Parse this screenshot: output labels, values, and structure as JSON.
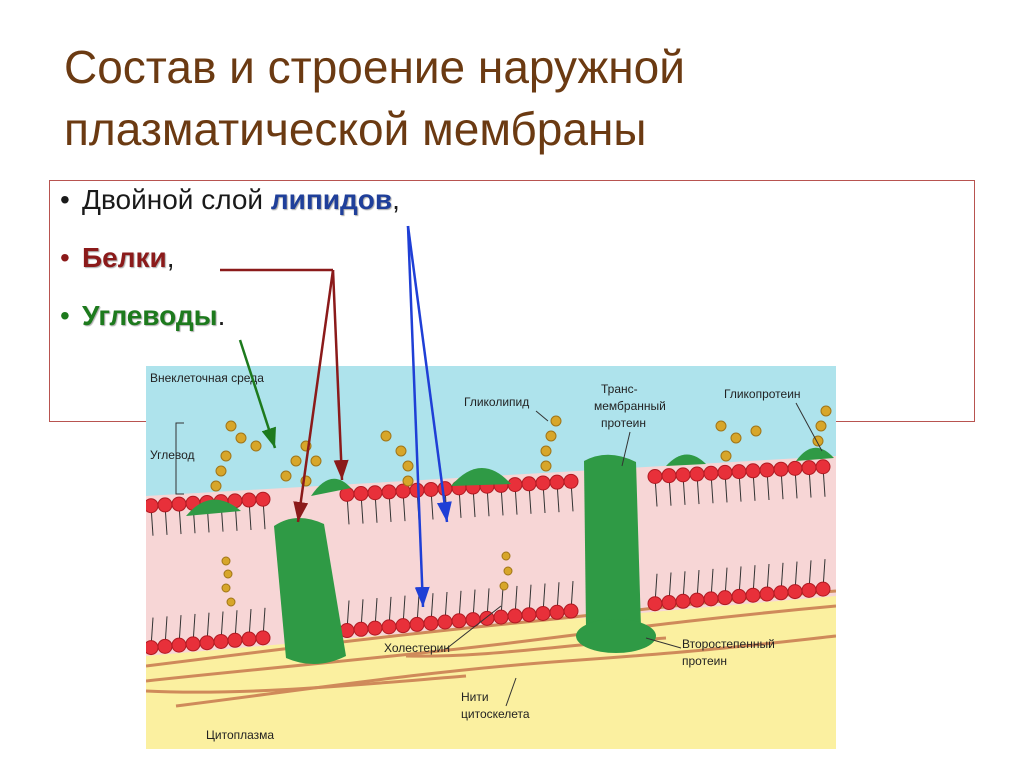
{
  "slide": {
    "title_line1": "Состав и строение наружной",
    "title_line2": "плазматической мембраны"
  },
  "bullets": [
    {
      "prefix": "Двойной слой ",
      "keyword": "липидов",
      "suffix": ",",
      "color": "#1f3f9a"
    },
    {
      "prefix": "",
      "keyword": "Белки",
      "suffix": ",",
      "color": "#8b1a1a"
    },
    {
      "prefix": "",
      "keyword": "Углеводы",
      "suffix": ".",
      "color": "#1d7a1d"
    }
  ],
  "diagram": {
    "labels": {
      "extracellular": "Внеклеточная среда",
      "carbohydrate": "Углевод",
      "glycolipid": "Гликолипид",
      "transmembrane_1": "Транс-",
      "transmembrane_2": "мембранный",
      "transmembrane_3": "протеин",
      "glycoprotein": "Гликопротеин",
      "cholesterol": "Холестерин",
      "secondary_protein_1": "Второстепенный",
      "secondary_protein_2": "протеин",
      "filaments_1": "Нити",
      "filaments_2": "цитоскелета",
      "cytoplasm": "Цитоплазма"
    },
    "colors": {
      "extracellular": "#aee3ec",
      "cytoplasm": "#fbf0a0",
      "lipid_head": "#e8303a",
      "protein": "#2f9a45",
      "sugar": "#d7a62a",
      "filament": "#cf8a5a",
      "arrow_blue": "#1f3fd6",
      "arrow_red": "#8b1a1a",
      "arrow_green": "#1d7a1d"
    }
  }
}
